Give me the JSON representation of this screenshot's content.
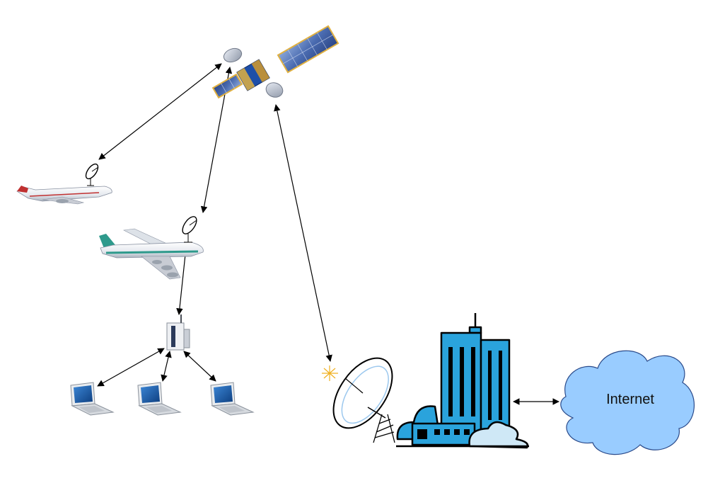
{
  "diagram": {
    "cloud_label": "Internet"
  },
  "colors": {
    "satellite_panel": "#4a6bb0",
    "satellite_body": "#1e4fa8",
    "gold_foil": "#e0b040",
    "airplane_teal": "#2e9a8c",
    "airplane_red": "#c03030",
    "building_blue": "#2aa3dc",
    "cloud_blue": "#99ccff",
    "laptop_screen": "#1a5ca8",
    "arrow": "#000000"
  },
  "nodes": [
    {
      "id": "satellite",
      "icon": "satellite-icon"
    },
    {
      "id": "airplane-1",
      "icon": "airplane-icon"
    },
    {
      "id": "airplane-2",
      "icon": "airplane-icon"
    },
    {
      "id": "wifi-router",
      "icon": "router-icon"
    },
    {
      "id": "laptop-1",
      "icon": "laptop-icon"
    },
    {
      "id": "laptop-2",
      "icon": "laptop-icon"
    },
    {
      "id": "laptop-3",
      "icon": "laptop-icon"
    },
    {
      "id": "ground-station",
      "icon": "satellite-dish-icon"
    },
    {
      "id": "data-center",
      "icon": "building-icon"
    },
    {
      "id": "internet",
      "icon": "cloud-icon"
    }
  ],
  "links": [
    {
      "from": "satellite",
      "to": "airplane-1",
      "bidirectional": true
    },
    {
      "from": "satellite",
      "to": "airplane-2",
      "bidirectional": true
    },
    {
      "from": "satellite",
      "to": "ground-station",
      "bidirectional": true
    },
    {
      "from": "airplane-2",
      "to": "wifi-router",
      "bidirectional": true
    },
    {
      "from": "wifi-router",
      "to": "laptop-1",
      "bidirectional": true
    },
    {
      "from": "wifi-router",
      "to": "laptop-2",
      "bidirectional": true
    },
    {
      "from": "wifi-router",
      "to": "laptop-3",
      "bidirectional": true
    },
    {
      "from": "data-center",
      "to": "internet",
      "bidirectional": true
    }
  ]
}
